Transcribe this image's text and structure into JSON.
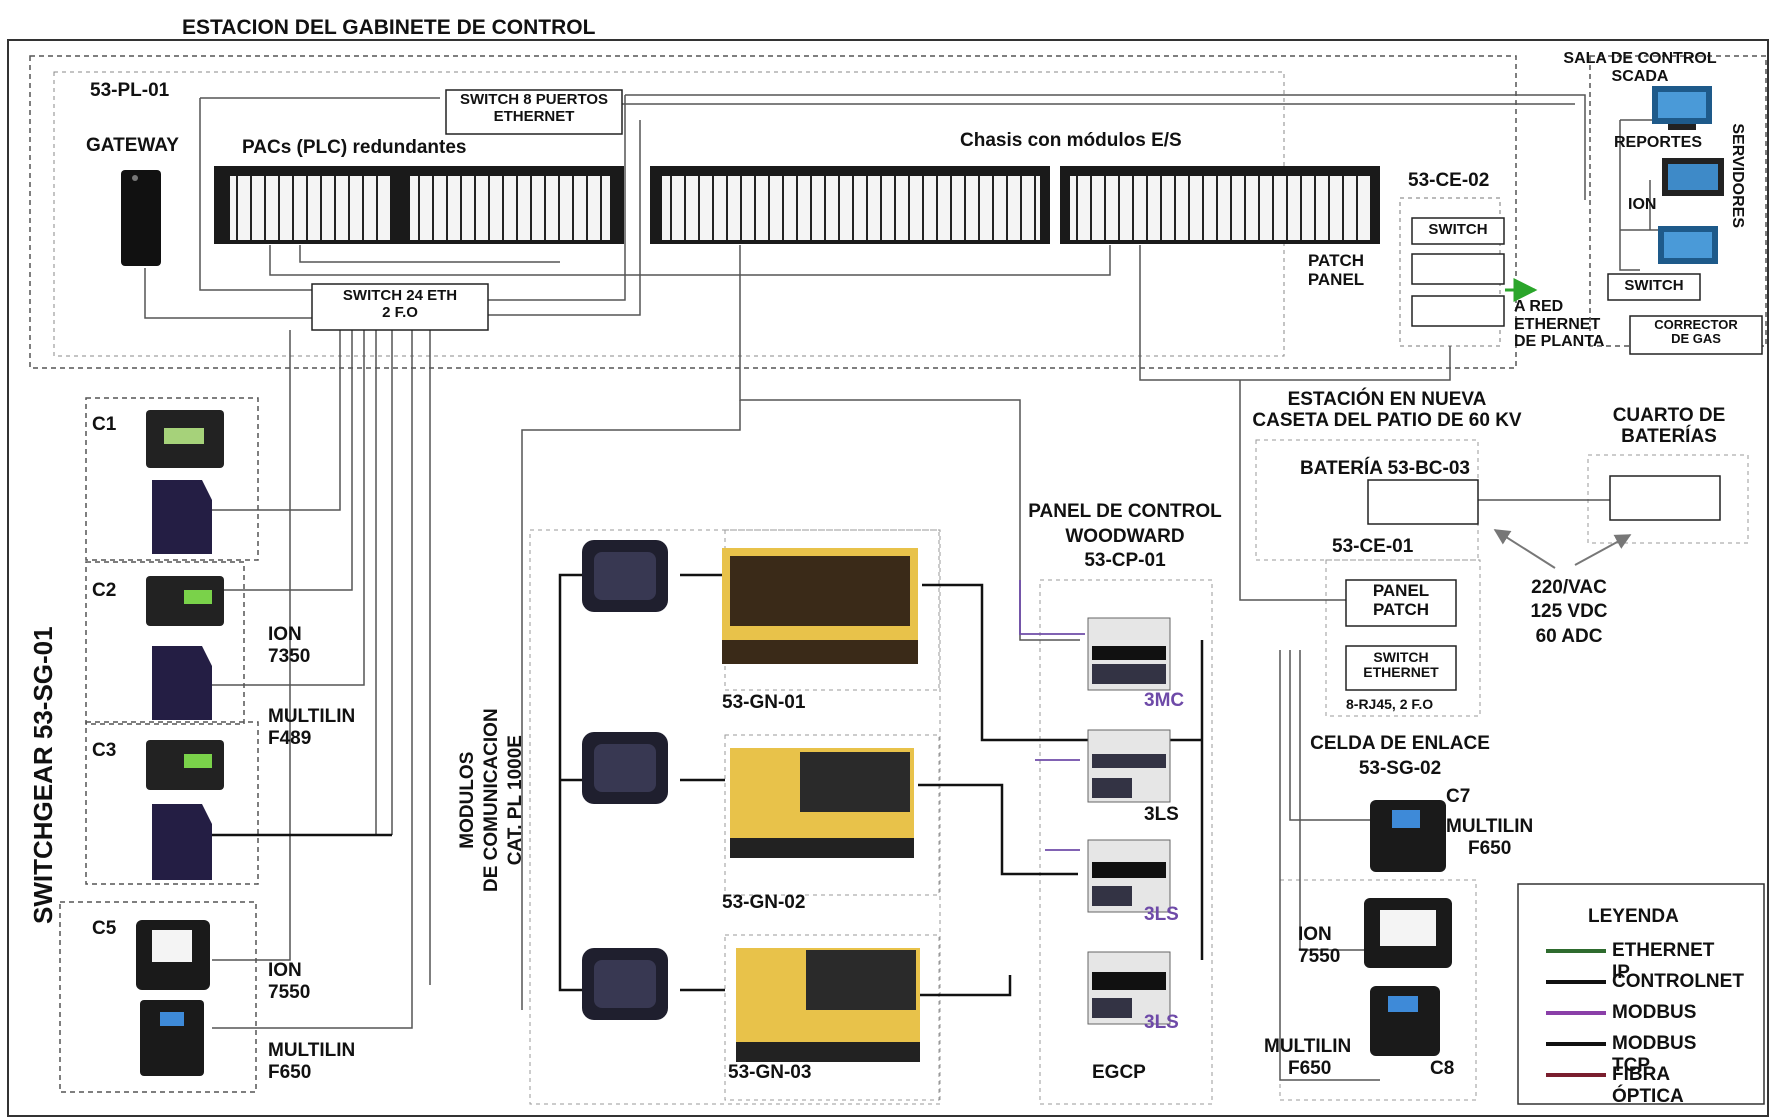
{
  "title": "ESTACION DEL GABINETE DE CONTROL",
  "cabinet": {
    "id": "53-PL-01",
    "gateway": "GATEWAY",
    "pacs": "PACs (PLC) redundantes",
    "switch8": [
      "SWITCH 8 PUERTOS",
      "ETHERNET"
    ],
    "chassis": "Chasis con módulos E/S",
    "switch24": [
      "SWITCH 24 ETH",
      "2 F.O"
    ]
  },
  "scada": {
    "title": [
      "SALA DE CONTROL",
      "SCADA"
    ],
    "reportes": "REPORTES",
    "ion": "ION",
    "servidores": "SERVIDORES",
    "switch": "SWITCH",
    "corrector": [
      "CORRECTOR",
      "DE GAS"
    ]
  },
  "ce02": {
    "id": "53-CE-02",
    "switch": "SWITCH",
    "patch_panel": [
      "PATCH",
      "PANEL"
    ],
    "red": [
      "A RED",
      "ETHERNET",
      "DE PLANTA"
    ]
  },
  "switchgear": {
    "title": "SWITCHGEAR 53-SG-01",
    "cells": [
      "C1",
      "C2",
      "C3",
      "C5"
    ],
    "labels": [
      [
        "ION",
        "7350"
      ],
      [
        "MULTILIN",
        "F489"
      ],
      [
        "ION",
        "7550"
      ],
      [
        "MULTILIN",
        "F650"
      ]
    ]
  },
  "comm_modules": [
    "MODULOS",
    "DE COMUNICACION",
    "CAT. PL 1000E"
  ],
  "generators": [
    "53-GN-01",
    "53-GN-02",
    "53-GN-03"
  ],
  "woodward": {
    "title": [
      "PANEL DE CONTROL",
      "WOODWARD",
      "53-CP-01"
    ],
    "units": [
      "3MC",
      "3LS",
      "3LS",
      "3LS"
    ],
    "egcp": "EGCP"
  },
  "patio": {
    "title": [
      "ESTACIÓN EN NUEVA",
      "CASETA DEL PATIO DE 60 KV"
    ],
    "bateria": "BATERÍA 53-BC-03",
    "cuarto": [
      "CUARTO DE",
      "BATERÍAS"
    ],
    "power": [
      "220/VAC",
      "125 VDC",
      "60 ADC"
    ],
    "ce01": "53-CE-01",
    "panel_patch": [
      "PANEL",
      "PATCH"
    ],
    "switch_eth": [
      "SWITCH",
      "ETHERNET"
    ],
    "rj45": "8-RJ45, 2 F.O",
    "celda": [
      "CELDA DE ENLACE",
      "53-SG-02"
    ],
    "c7": "C7",
    "c7_label": [
      "MULTILIN",
      "F650"
    ],
    "ion": [
      "ION",
      "7550"
    ],
    "multilin": [
      "MULTILIN",
      "F650"
    ],
    "c8": "C8"
  },
  "legend": {
    "title": "LEYENDA",
    "items": [
      {
        "label": "ETHERNET IP",
        "color": "#2e6b2e"
      },
      {
        "label": "CONTROLNET",
        "color": "#111111"
      },
      {
        "label": "MODBUS",
        "color": "#8a3fa8"
      },
      {
        "label": "MODBUS TCP",
        "color": "#111111"
      },
      {
        "label": "FIBRA ÓPTICA",
        "color": "#7a1e2e"
      }
    ]
  }
}
